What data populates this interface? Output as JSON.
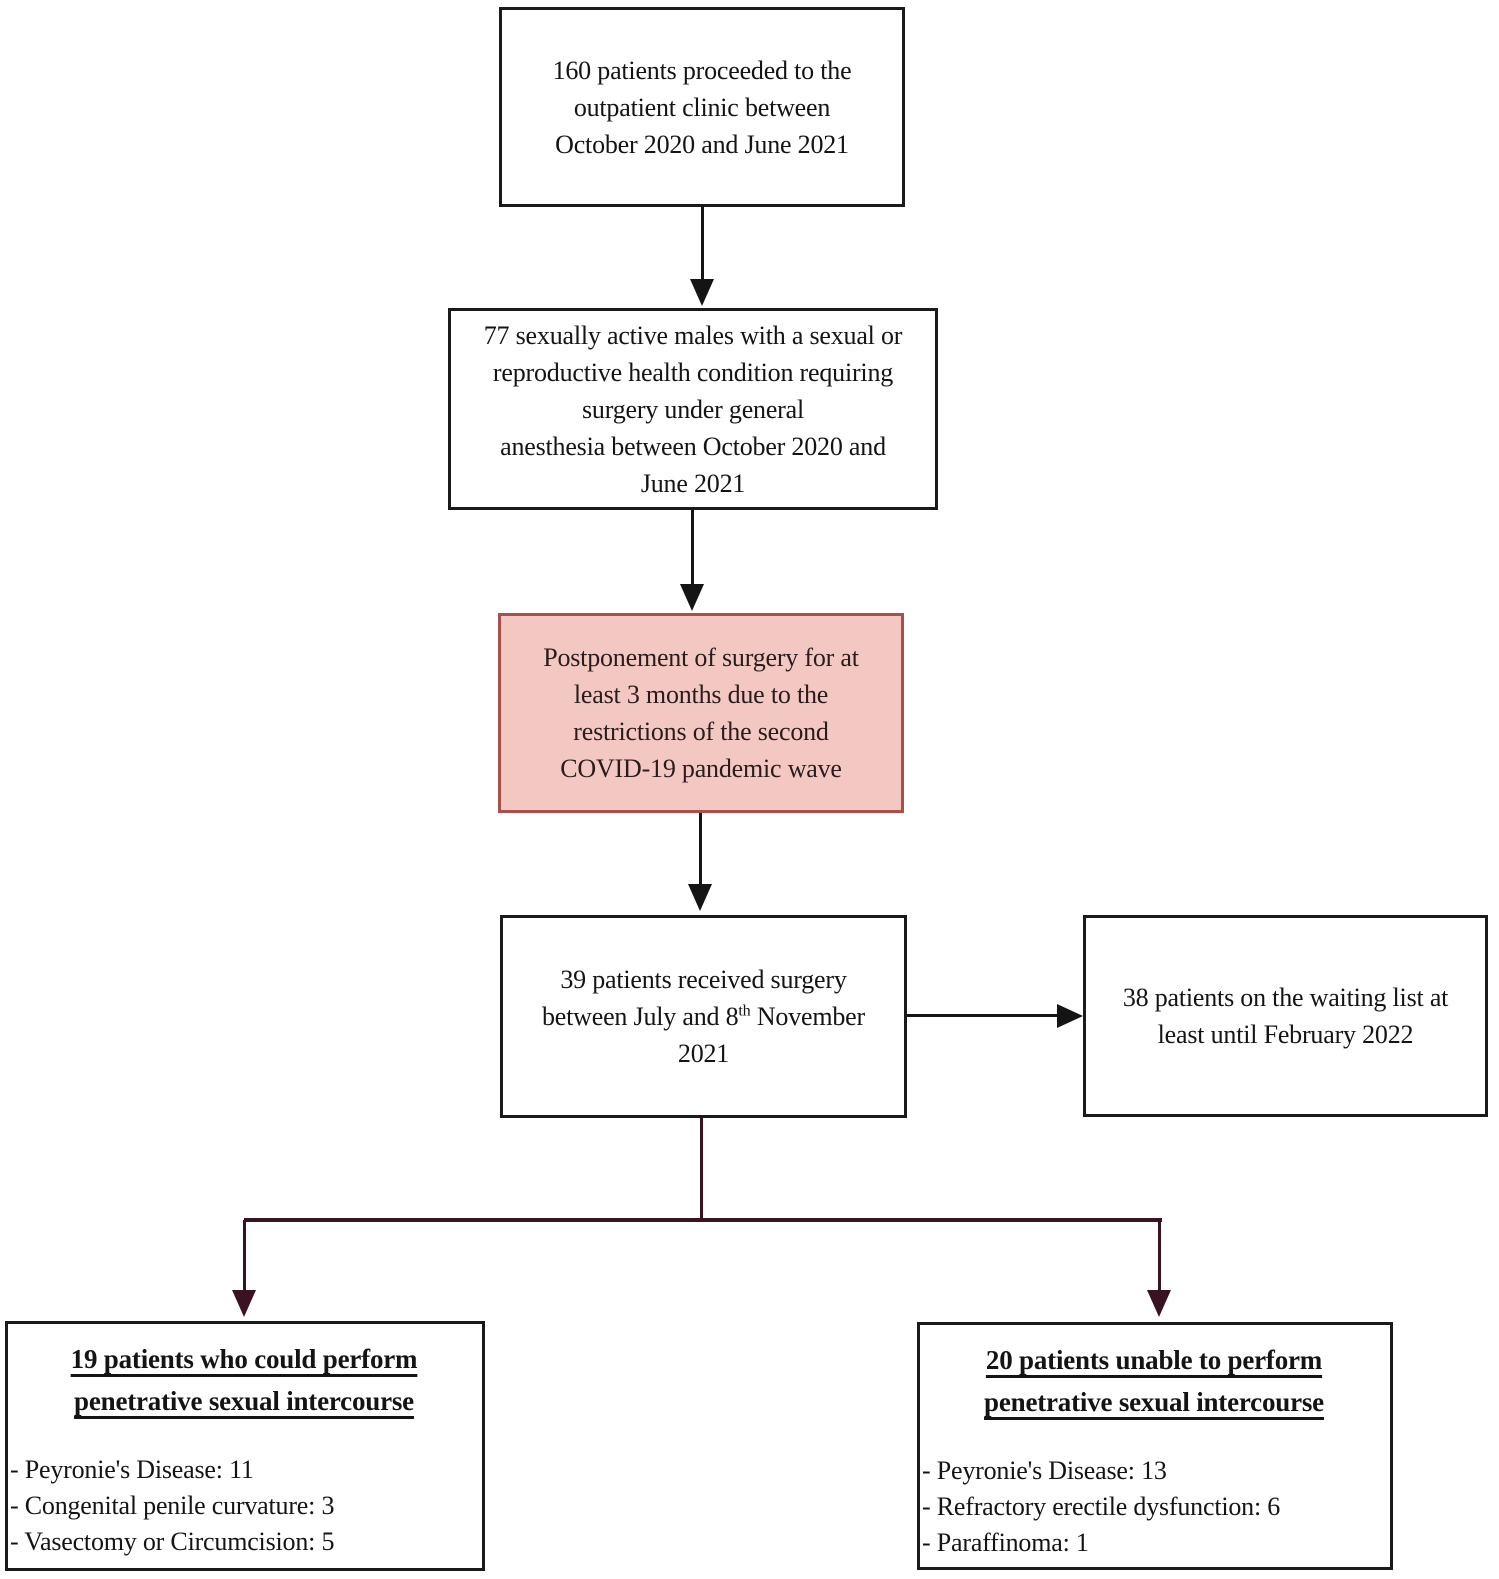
{
  "flowchart": {
    "box_160": {
      "lines": [
        "160 patients proceeded to the",
        "outpatient clinic between",
        "October 2020 and June 2021"
      ]
    },
    "box_77": {
      "lines": [
        "77 sexually active males with a sexual or",
        "reproductive health condition requiring",
        "surgery under general",
        "anesthesia between October 2020 and",
        "June 2021"
      ]
    },
    "box_postponement": {
      "lines": [
        "Postponement of surgery for at",
        "least 3 months due to the",
        "restrictions of the second",
        "COVID-19 pandemic wave"
      ]
    },
    "box_39": {
      "line1": "39 patients received surgery",
      "line2_pre": "between July and 8",
      "line2_sup": "th",
      "line2_post": " November",
      "line3": "2021"
    },
    "box_38": {
      "lines": [
        "38 patients on the waiting list at",
        "least until February 2022"
      ]
    },
    "box_19": {
      "title_lines": [
        "19 patients who could perform",
        "penetrative sexual intercourse"
      ],
      "items": [
        "- Peyronie's Disease: 11",
        "- Congenital penile curvature: 3",
        "- Vasectomy or Circumcision: 5"
      ]
    },
    "box_20": {
      "title_lines": [
        "20 patients unable to perform",
        "penetrative sexual intercourse"
      ],
      "items": [
        "- Peyronie's Disease: 13",
        "- Refractory erectile dysfunction: 6",
        "- Paraffinoma: 1"
      ]
    },
    "colors": {
      "box_border": "#1a1a1a",
      "arrow_black": "#141414",
      "connector_maroon": "#3a1322",
      "postponement_fill": "#f4c8c2",
      "postponement_border": "#a85049",
      "postponement_text": "#2a1c1c"
    }
  }
}
